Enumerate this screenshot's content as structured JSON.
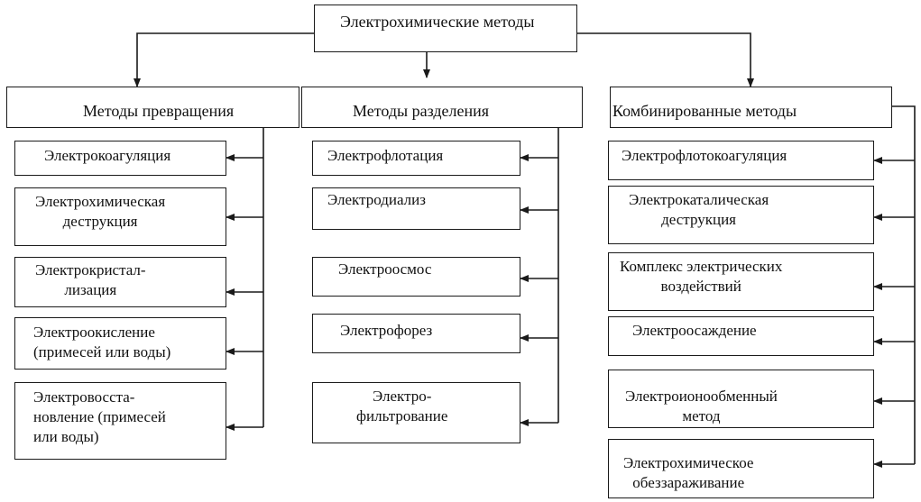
{
  "root": {
    "label": "Электрохимические методы"
  },
  "columns": [
    {
      "header": "Методы превращения",
      "items": [
        "Электрокоагуляция",
        "Электрохимическая\nдеструкция",
        "Электрокристал-\nлизация",
        "Электроокисление\n(примесей или воды)",
        "Электровосста-\nновление (примесей\nили воды)"
      ]
    },
    {
      "header": "Методы разделения",
      "items": [
        "Электрофлотация",
        "Электродиализ",
        "Электроосмос",
        "Электрофорез",
        "Электро-\nфильтрование"
      ]
    },
    {
      "header": "Комбинированные методы",
      "items": [
        "Электрофлотокоагуляция",
        "Электрокаталическая\nдеструкция",
        "Комплекс электрических\nвоздействий",
        "Электроосаждение",
        "Электроионообменный\nметод",
        "Электрохимическое\nобеззараживание"
      ]
    }
  ]
}
